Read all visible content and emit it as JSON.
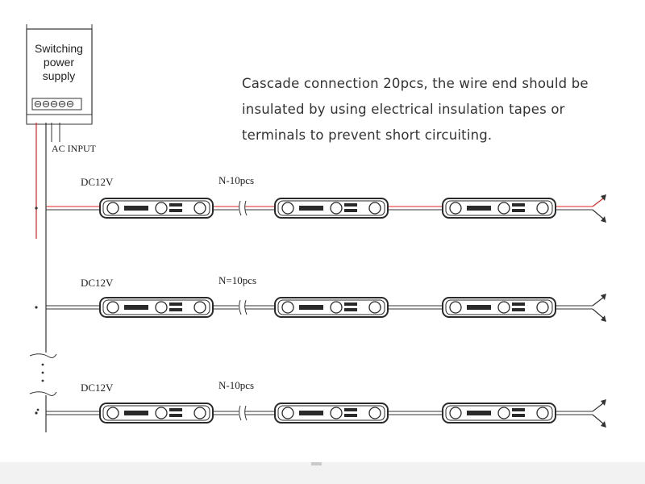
{
  "power_supply": {
    "label_lines": [
      "Switching",
      "power",
      "supply"
    ],
    "input_label": "AC INPUT"
  },
  "note": {
    "lines": [
      "Cascade connection 20pcs, the wire end should be",
      "insulated by using electrical insulation tapes or",
      "terminals to prevent short circuiting."
    ]
  },
  "rows": [
    {
      "voltage_label": "DC12V",
      "count_label": "N-10pcs"
    },
    {
      "voltage_label": "DC12V",
      "count_label": "N=10pcs"
    },
    {
      "voltage_label": "DC12V",
      "count_label": "N-10pcs"
    }
  ],
  "colors": {
    "live_wire": "#e02020",
    "ground_wire": "#333333",
    "module_body": "#2a2a2a"
  }
}
